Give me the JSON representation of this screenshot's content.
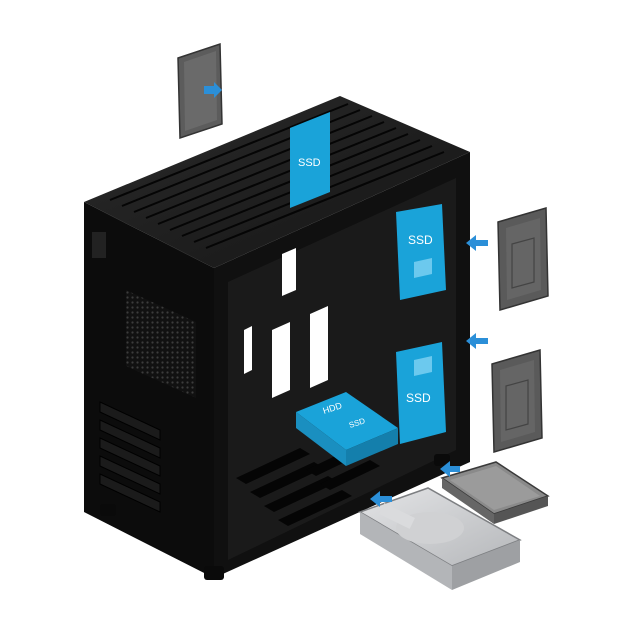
{
  "labels": {
    "top_ssd": "SSD",
    "side_ssd_upper": "SSD",
    "side_ssd_lower": "SSD",
    "bottom_hdd": "HDD",
    "bottom_ssd": "SSD"
  },
  "colors": {
    "background": "#ffffff",
    "case_body": "#0e0e0e",
    "case_edge": "#2a2a2a",
    "highlight_blue": "#1aa3d9",
    "arrow_blue": "#2b8fd8",
    "drive_gray": "#5c5c5c",
    "hdd_silver": "#c9cacc"
  },
  "icons": [
    "arrow-right-icon",
    "arrow-left-icon",
    "arrow-up-right-icon"
  ]
}
